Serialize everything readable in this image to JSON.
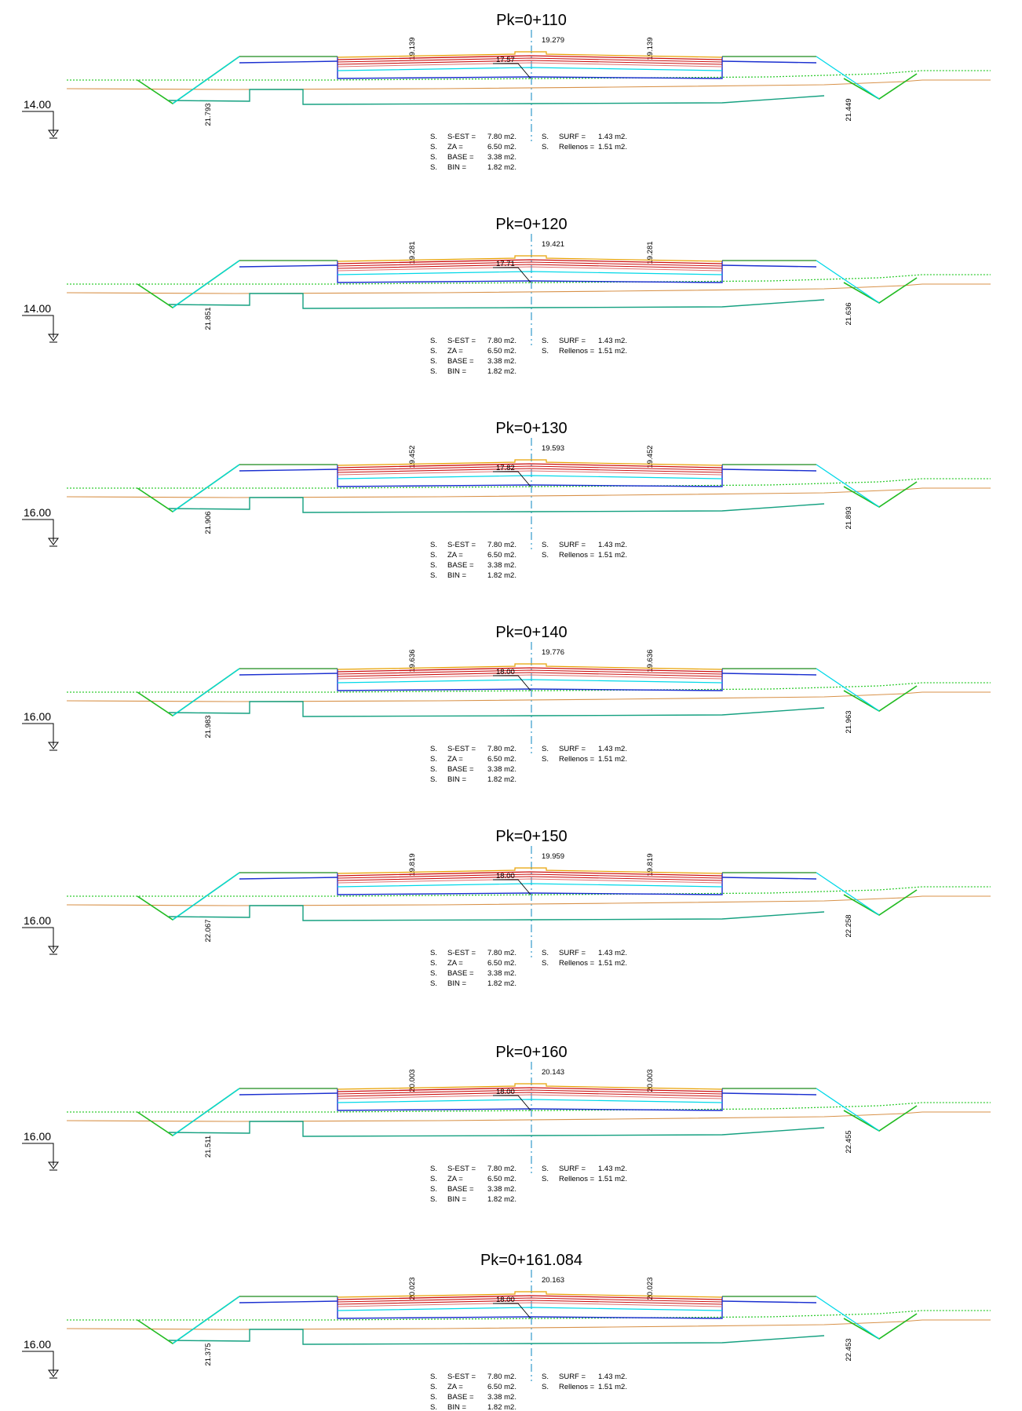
{
  "colors": {
    "slope_green": "#22bb22",
    "fill_cyan": "#00d8e8",
    "dark_green": "#1a8a1a",
    "teal": "#14a080",
    "road_blue": "#1a2fd0",
    "layer_red": "#cc1111",
    "layer_orange": "#e8a000",
    "layer_pink": "#e07070",
    "terrain_dotted": "#33cc33",
    "terrain_brown": "#d8924a",
    "axis_cyan": "#3399cc"
  },
  "areas_left": [
    {
      "prefix": "S.",
      "label": "S-EST =",
      "value": "7.80 m2."
    },
    {
      "prefix": "S.",
      "label": "ZA =",
      "value": "6.50 m2."
    },
    {
      "prefix": "S.",
      "label": "BASE =",
      "value": "3.38 m2."
    },
    {
      "prefix": "S.",
      "label": "BIN =",
      "value": "1.82 m2."
    }
  ],
  "areas_right": [
    {
      "prefix": "S.",
      "label": "SURF =",
      "value": "1.43 m2."
    },
    {
      "prefix": "S.",
      "label": "Rellenos =",
      "value": "1.51 m2."
    }
  ],
  "sections": [
    {
      "title": "Pk=0+110",
      "axis": "19.279",
      "edge_left": "19.139",
      "edge_right": "19.139",
      "center": "17.57",
      "datum": "14.00",
      "toe_left": "21.793",
      "toe_right": "21.449"
    },
    {
      "title": "Pk=0+120",
      "axis": "19.421",
      "edge_left": "19.281",
      "edge_right": "19.281",
      "center": "17.71",
      "datum": "14.00",
      "toe_left": "21.851",
      "toe_right": "21.636"
    },
    {
      "title": "Pk=0+130",
      "axis": "19.593",
      "edge_left": "19.452",
      "edge_right": "19.452",
      "center": "17.82",
      "datum": "16.00",
      "toe_left": "21.906",
      "toe_right": "21.893"
    },
    {
      "title": "Pk=0+140",
      "axis": "19.776",
      "edge_left": "19.636",
      "edge_right": "19.636",
      "center": "18.00",
      "datum": "16.00",
      "toe_left": "21.983",
      "toe_right": "21.963"
    },
    {
      "title": "Pk=0+150",
      "axis": "19.959",
      "edge_left": "19.819",
      "edge_right": "19.819",
      "center": "18.00",
      "datum": "16.00",
      "toe_left": "22.067",
      "toe_right": "22.258"
    },
    {
      "title": "Pk=0+160",
      "axis": "20.143",
      "edge_left": "20.003",
      "edge_right": "20.003",
      "center": "18.00",
      "datum": "16.00",
      "toe_left": "21.511",
      "toe_right": "22.455"
    },
    {
      "title": "Pk=0+161.084",
      "axis": "20.163",
      "edge_left": "20.023",
      "edge_right": "20.023",
      "center": "18.00",
      "datum": "16.00",
      "toe_left": "21.375",
      "toe_right": "22.453"
    }
  ]
}
